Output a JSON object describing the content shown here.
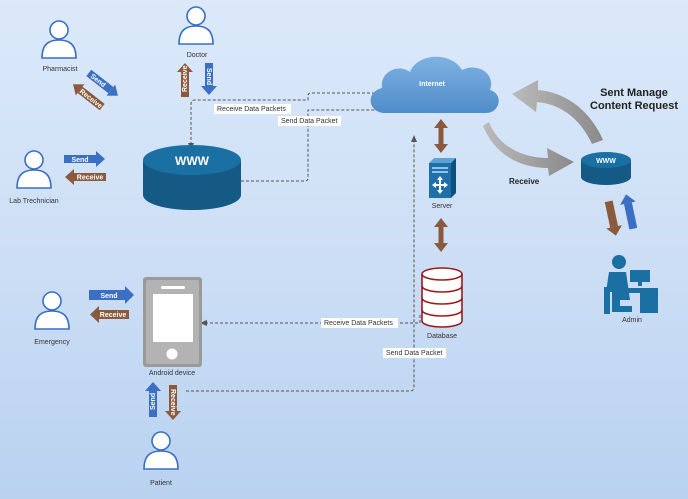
{
  "actors": {
    "pharmacist": "Pharmacist",
    "doctor": "Doctor",
    "lab_technician": "Lab Trechnician",
    "emergency": "Emergency",
    "patient": "Patient",
    "admin": "Admin"
  },
  "nodes": {
    "www_main": "WWW",
    "www_small": "WWW",
    "internet": "Internet",
    "server": "Server",
    "database": "Database",
    "android": "Android device"
  },
  "arrows": {
    "send": "Send",
    "receive": "Receive"
  },
  "flows": {
    "receive_data_packets_top": "Receive Data Packets",
    "send_data_packet_top": "Send Data Packet",
    "receive_data_packets_bottom": "Receive Data Packets",
    "send_data_packet_bottom": "Send Data Packet",
    "sent_manage_line1": "Sent Manage",
    "sent_manage_line2": "Content Request",
    "receive_big": "Receive"
  },
  "colors": {
    "send": "#3a6fc4",
    "receive": "#8b5a3c",
    "cylinder": "#1a6a9a",
    "cloud": "#5b9bd5",
    "server": "#1f6fa8",
    "database": "#9b1a1a"
  }
}
